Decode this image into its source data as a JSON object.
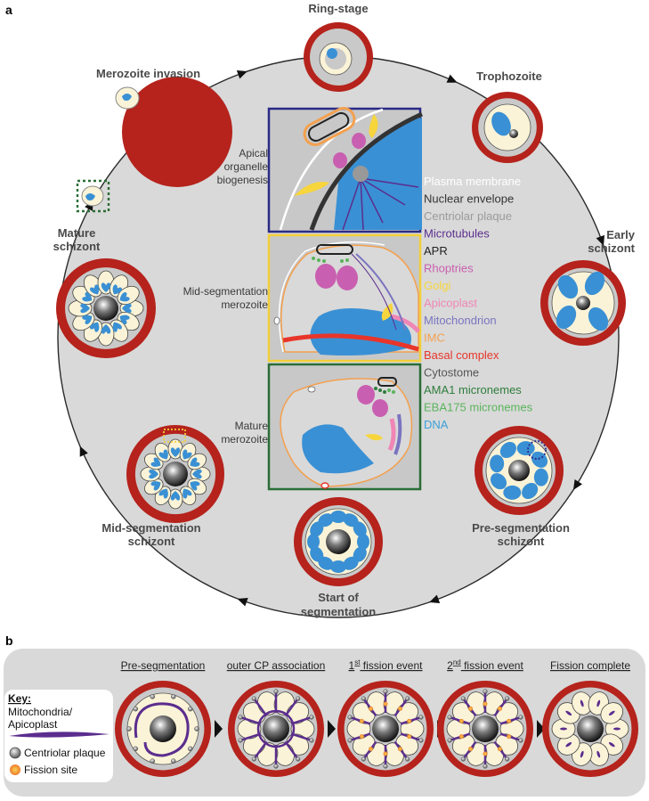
{
  "panel_a": {
    "letter": "a",
    "stages": {
      "ring": "Ring-stage",
      "trophozoite": "Trophozoite",
      "early_schizont_1": "Early",
      "early_schizont_2": "schizont",
      "preseg_1": "Pre-segmentation",
      "preseg_2": "schizont",
      "start_seg_1": "Start of",
      "start_seg_2": "segmentation",
      "midseg_1": "Mid-segmentation",
      "midseg_2": "schizont",
      "mature_schizont_1": "Mature",
      "mature_schizont_2": "schizont",
      "invasion": "Merozoite invasion"
    },
    "insets": {
      "apical_1": "Apical",
      "apical_2": "organelle",
      "apical_3": "biogenesis",
      "midseg_mero_1": "Mid-segmentation",
      "midseg_mero_2": "merozoite",
      "mature_mero_1": "Mature",
      "mature_mero_2": "merozoite"
    },
    "legend": [
      {
        "label": "Plasma membrane",
        "color": "#ffffff"
      },
      {
        "label": "Nuclear envelope",
        "color": "#333333"
      },
      {
        "label": "Centriolar plaque",
        "color": "#9a9a9a"
      },
      {
        "label": "Microtubules",
        "color": "#5b2d8e"
      },
      {
        "label": "APR",
        "color": "#222222"
      },
      {
        "label": "Rhoptries",
        "color": "#c95fb0"
      },
      {
        "label": "Golgi",
        "color": "#f7d53c"
      },
      {
        "label": "Apicoplast",
        "color": "#ef86b5"
      },
      {
        "label": "Mitochondrion",
        "color": "#7b74c0"
      },
      {
        "label": "IMC",
        "color": "#f4a04e"
      },
      {
        "label": "Basal complex",
        "color": "#e8352a"
      },
      {
        "label": "Cytostome",
        "color": "#555555"
      },
      {
        "label": "AMA1 micronemes",
        "color": "#2f7d3c"
      },
      {
        "label": "EBA175 micronemes",
        "color": "#5bb45c"
      },
      {
        "label": "DNA",
        "color": "#3a9fd8"
      }
    ]
  },
  "panel_b": {
    "letter": "b",
    "titles": {
      "t1": "Pre-segmentation",
      "t2": "outer CP association",
      "t3_num": "1",
      "t3_sup": "st",
      "t3_rest": " fission event",
      "t4_num": "2",
      "t4_sup": "nd",
      "t4_rest": " fission event",
      "t5": "Fission complete"
    },
    "key": {
      "title": "Key:",
      "mito_1": "Mitochondria/",
      "mito_2": "Apicoplast",
      "cp": "Centriolar plaque",
      "fission": "Fission site"
    }
  },
  "colors": {
    "rbc": "#b5231c",
    "host": "#c9c9c9",
    "parasite": "#faf3d7",
    "nucleus": "#3a90d4",
    "background_circle": "#d9d9d9",
    "inset1_border": "#2b2a86",
    "inset2_border": "#f2cf3a",
    "inset3_border": "#2a6d36"
  }
}
